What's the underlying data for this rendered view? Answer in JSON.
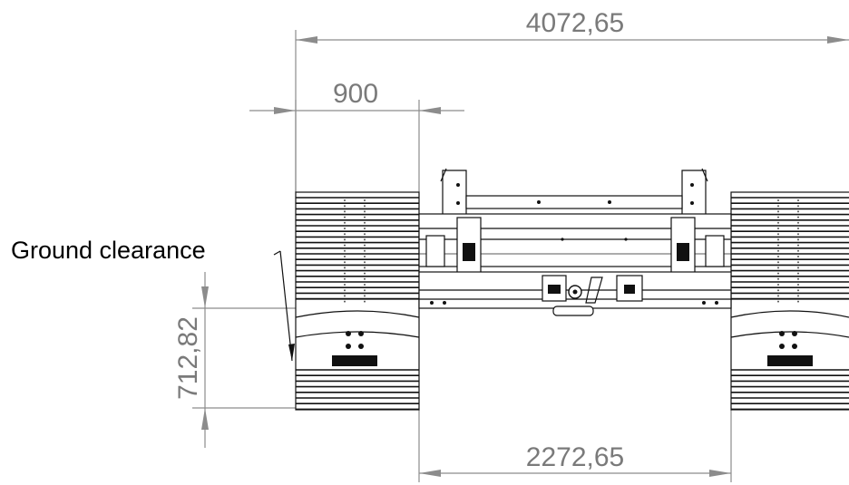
{
  "drawing": {
    "dimensions": {
      "overall_width": "4072,65",
      "track_width": "900",
      "inner_track_gap": "2272,65",
      "ground_clearance": "712,82"
    },
    "callout": {
      "ground_clearance_label": "Ground clearance"
    }
  }
}
